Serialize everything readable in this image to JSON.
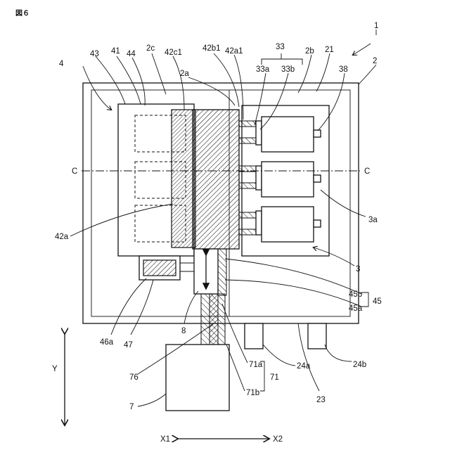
{
  "figure_label": "図６",
  "labels": {
    "l1": "1",
    "l2": "2",
    "l2a": "2a",
    "l2b": "2b",
    "l2c": "2c",
    "l21": "21",
    "l23": "23",
    "l24a": "24a",
    "l24b": "24b",
    "l3": "3",
    "l3a": "3a",
    "l33": "33",
    "l33a": "33a",
    "l33b": "33b",
    "l38": "38",
    "l4": "4",
    "l41": "41",
    "l42a": "42a",
    "l42a1": "42a1",
    "l42b1": "42b1",
    "l42c1": "42c1",
    "l43": "43",
    "l44": "44",
    "l45": "45",
    "l45a": "45a",
    "l45b": "45b",
    "l46a": "46a",
    "l47": "47",
    "l7": "7",
    "l71": "71",
    "l71a": "71a",
    "l71b": "71b",
    "l76": "76",
    "l8": "8",
    "c_left": "C",
    "c_right": "C",
    "axis_y": "Y",
    "axis_x1": "X1",
    "axis_x2": "X2"
  }
}
